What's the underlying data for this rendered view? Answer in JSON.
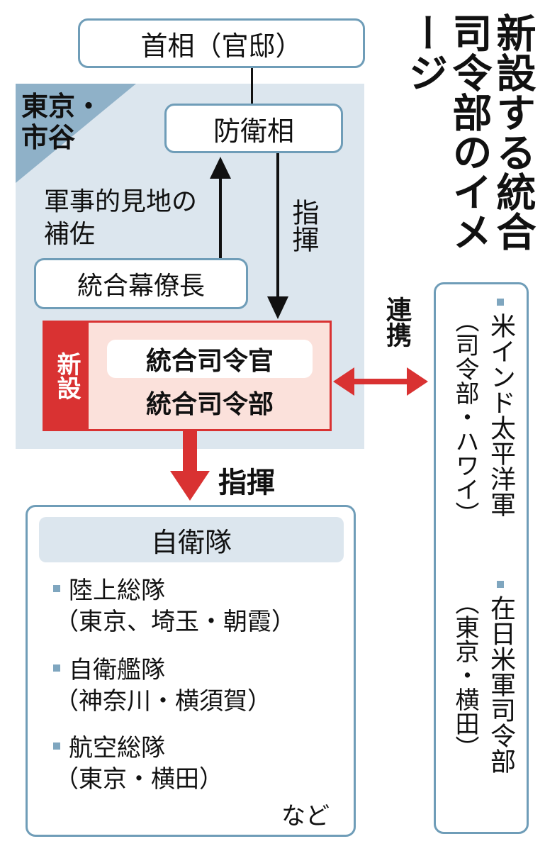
{
  "title": "新設する統合司令部のイメージ",
  "region_label": "東京・市谷",
  "prime_minister": "首相（官邸）",
  "defense_minister": "防衛相",
  "advice_label": "軍事的見地の補佐",
  "joint_staff_chief": "統合幕僚長",
  "command_label_1": "指揮",
  "new_badge": "新設",
  "joint_commander": "統合司令官",
  "joint_command": "統合司令部",
  "cooperation_label": "連携",
  "command_label_2": "指揮",
  "sdf": {
    "title": "自衛隊",
    "items": [
      {
        "name": "陸上総隊",
        "location": "（東京、埼玉・朝霞）"
      },
      {
        "name": "自衛艦隊",
        "location": "（神奈川・横須賀）"
      },
      {
        "name": "航空総隊",
        "location": "（東京・横田）"
      }
    ],
    "etc": "など"
  },
  "us_forces": {
    "item1": "米インド太平洋軍",
    "item1_note": "（司令部・ハワイ）",
    "item2": "在日米軍司令部",
    "item2_note": "（東京・横田）"
  },
  "colors": {
    "accent_red": "#d93232",
    "pale_red": "#fbe1db",
    "panel_blue": "#dce6ee",
    "border_blue": "#6f9db8",
    "corner_blue": "#8fb1c8"
  }
}
